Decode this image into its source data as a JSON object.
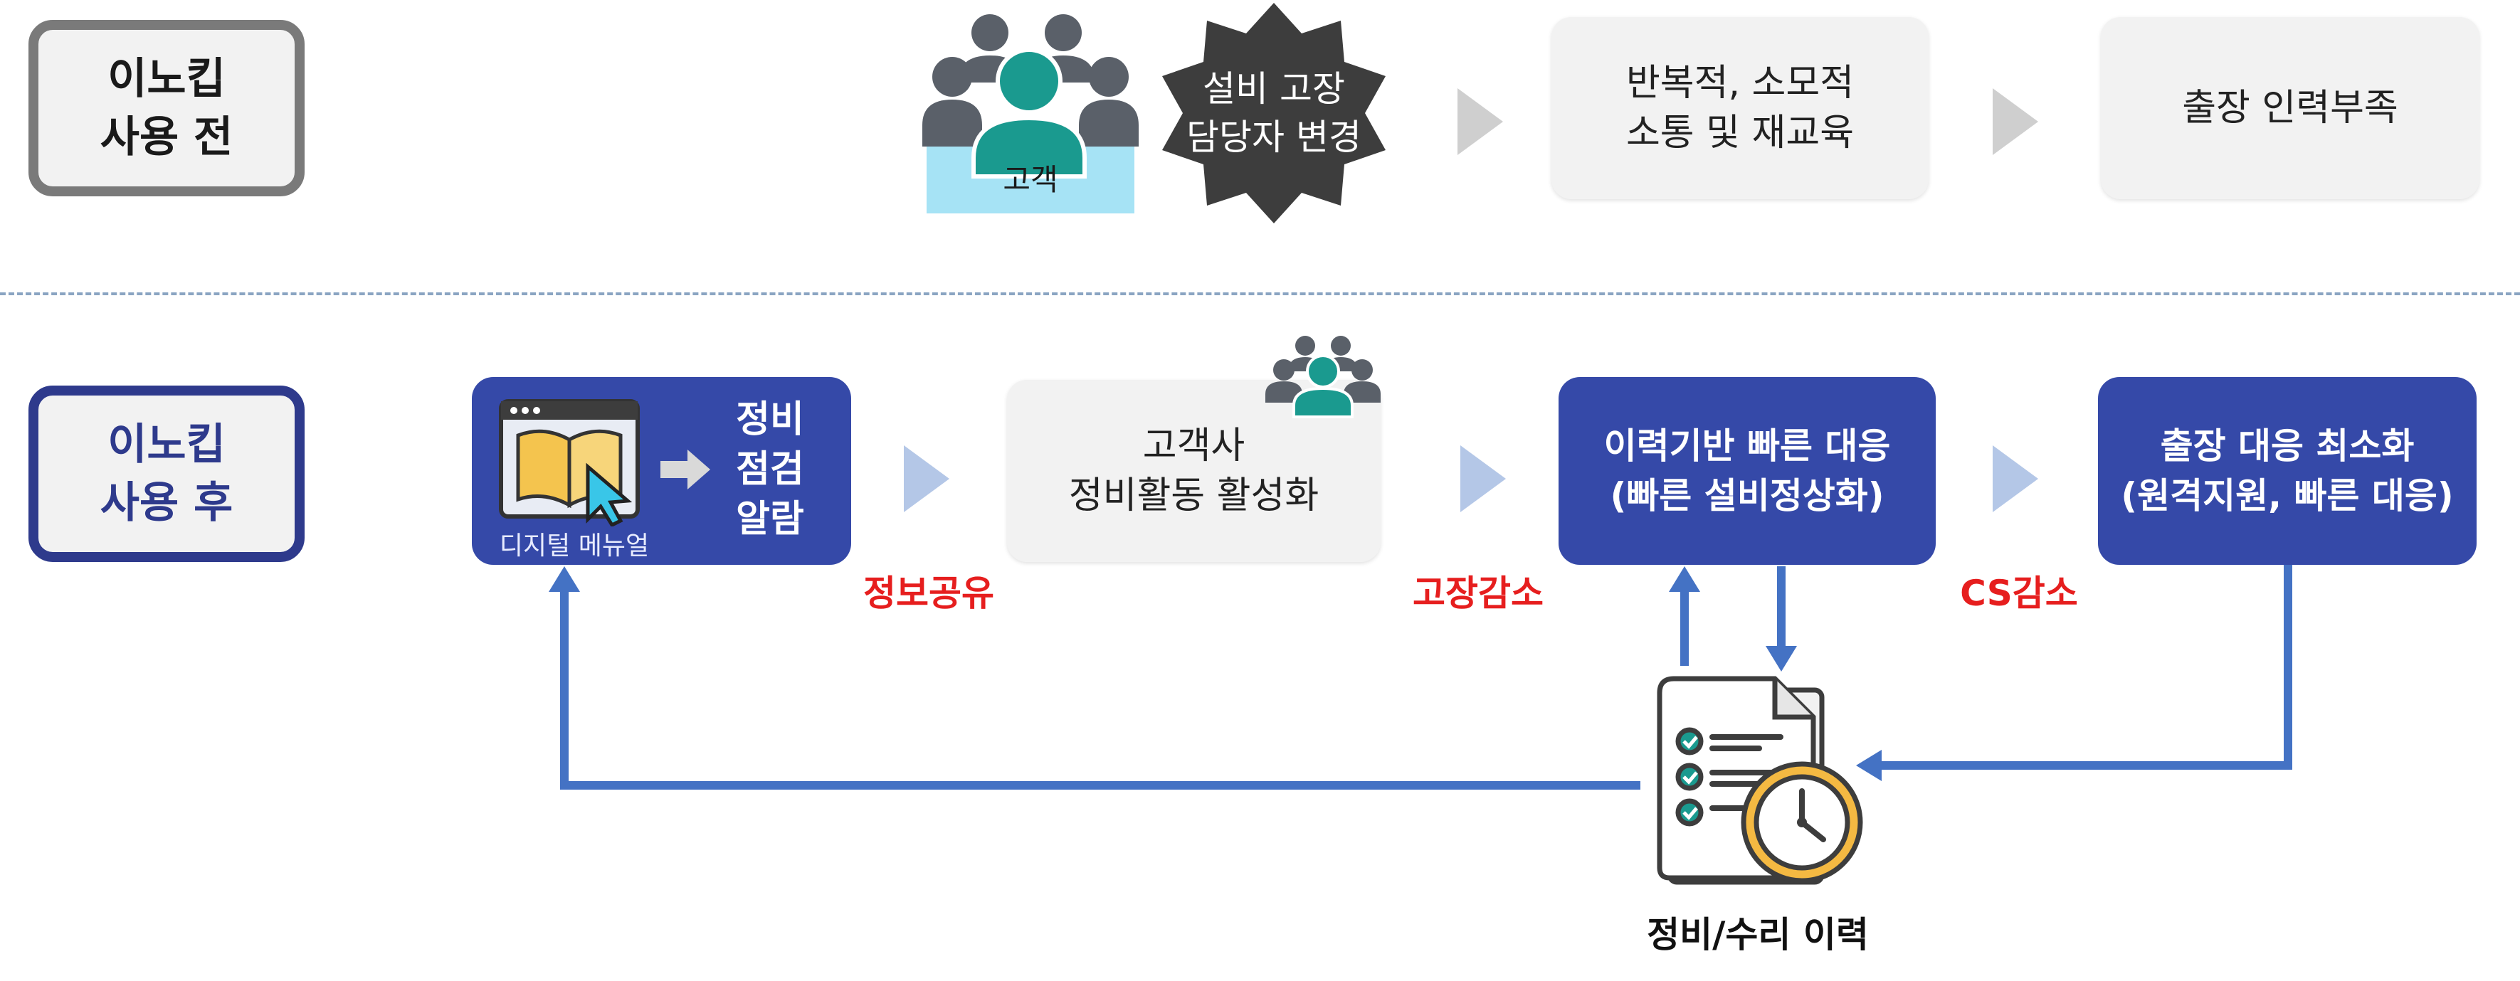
{
  "before": {
    "label_line1": "이노킵",
    "label_line2": "사용 전",
    "customer_label": "고객",
    "event_line1": "설비 고장",
    "event_line2": "담당자 변경",
    "box1_line1": "반복적, 소모적",
    "box1_line2": "소통 및 재교육",
    "box2": "출장 인력부족"
  },
  "after": {
    "label_line1": "이노킵",
    "label_line2": "사용 후",
    "alarm_line1": "정비",
    "alarm_line2": "점검",
    "alarm_line3": "알람",
    "digital_manual": "디지털 메뉴얼",
    "customer_box_line1": "고객사",
    "customer_box_line2": "정비활동 활성화",
    "history_box_line1": "이력기반 빠른 대응",
    "history_box_line2": "(빠른 설비정상화)",
    "trip_box_line1": "출장 대응 최소화",
    "trip_box_line2": "(원격지원, 빠른 대응)",
    "benefit1": "정보공유",
    "benefit2": "고장감소",
    "benefit3": "CS감소",
    "record_label": "정비/수리 이력"
  },
  "colors": {
    "blue_box": "#3549a8",
    "arrow_blue": "#4472c4",
    "red_text": "#e61e1e",
    "teal": "#1a9a8f",
    "gray_people": "#5a6069"
  }
}
